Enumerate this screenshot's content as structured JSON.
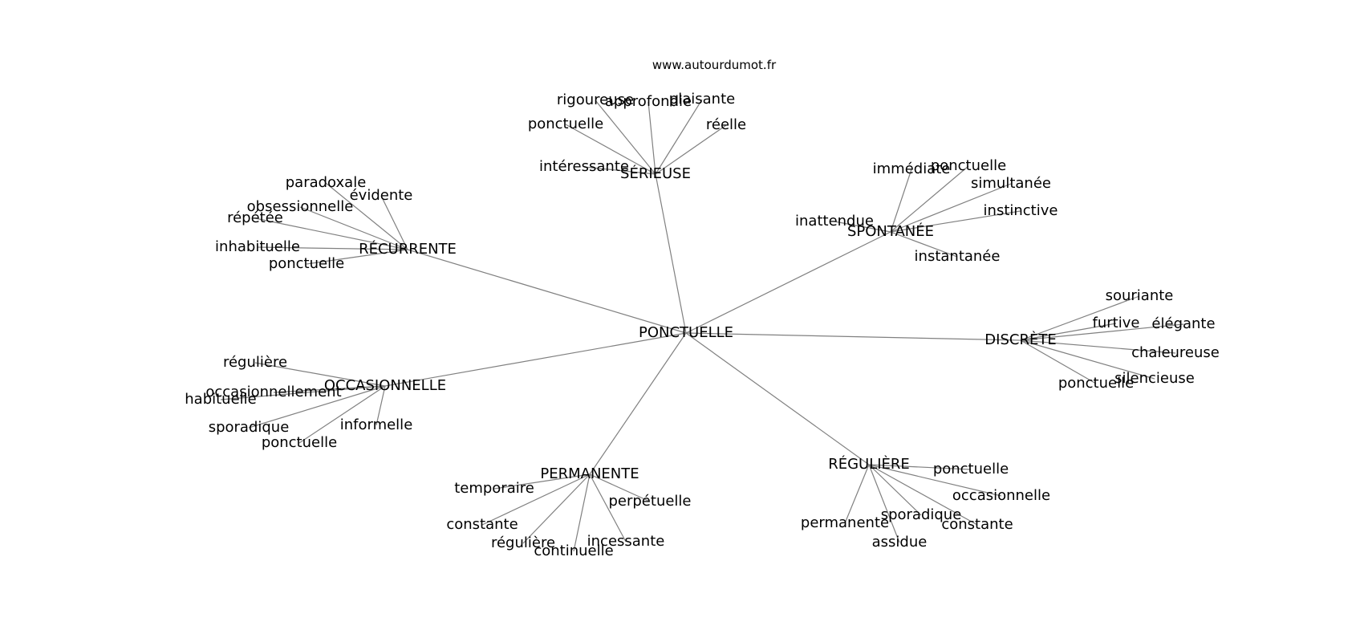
{
  "source_text": "www.autourdumot.fr",
  "root": "PONCTUELLE",
  "groups": [
    {
      "label": "SÉRIEUSE",
      "words": [
        "rigoureuse",
        "approfondie",
        "plaisante",
        "ponctuelle",
        "réelle",
        "intéressante"
      ]
    },
    {
      "label": "RÉCURRENTE",
      "words": [
        "paradoxale",
        "évidente",
        "obsessionnelle",
        "répétée",
        "inhabituelle",
        "ponctuelle"
      ]
    },
    {
      "label": "SPONTANÉE",
      "words": [
        "immédiate",
        "ponctuelle",
        "simultanée",
        "instinctive",
        "inattendue",
        "instantanée"
      ]
    },
    {
      "label": "DISCRÈTE",
      "words": [
        "souriante",
        "furtive",
        "élégante",
        "chaleureuse",
        "silencieuse",
        "ponctuelle"
      ]
    },
    {
      "label": "OCCASIONNELLE",
      "words": [
        "régulière",
        "occasionnellement",
        "habituelle",
        "sporadique",
        "ponctuelle",
        "informelle"
      ]
    },
    {
      "label": "PERMANENTE",
      "words": [
        "temporaire",
        "perpétuelle",
        "constante",
        "régulière",
        "continuelle",
        "incessante"
      ]
    },
    {
      "label": "RÉGULIÈRE",
      "words": [
        "ponctuelle",
        "occasionnelle",
        "sporadique",
        "permanente",
        "constante",
        "assidue"
      ]
    }
  ]
}
